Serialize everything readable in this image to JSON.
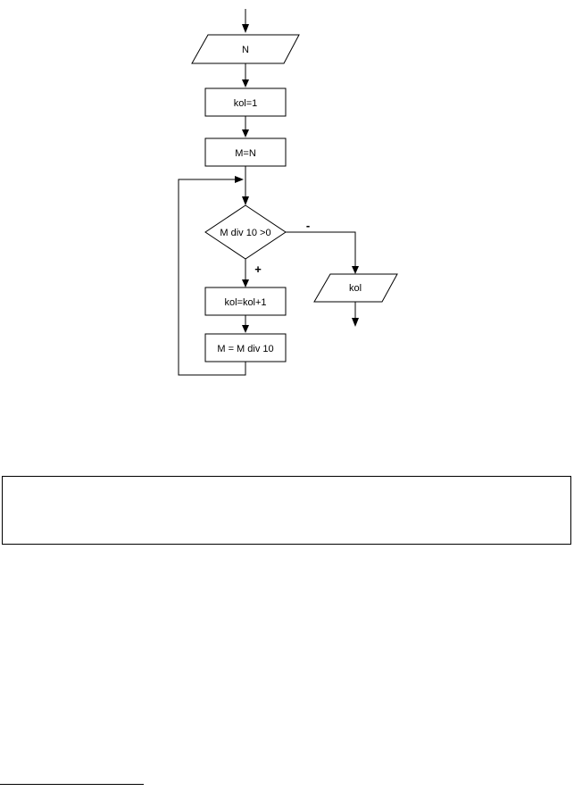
{
  "flowchart": {
    "nodes": {
      "input_n": "N",
      "init_kol": "kol=1",
      "assign_m": "M=N",
      "condition": "M div 10 >0",
      "increment_kol": "kol=kol+1",
      "divide_m": "M = M div 10",
      "output_kol": "kol"
    },
    "edge_labels": {
      "yes": "+",
      "no": "-"
    }
  }
}
